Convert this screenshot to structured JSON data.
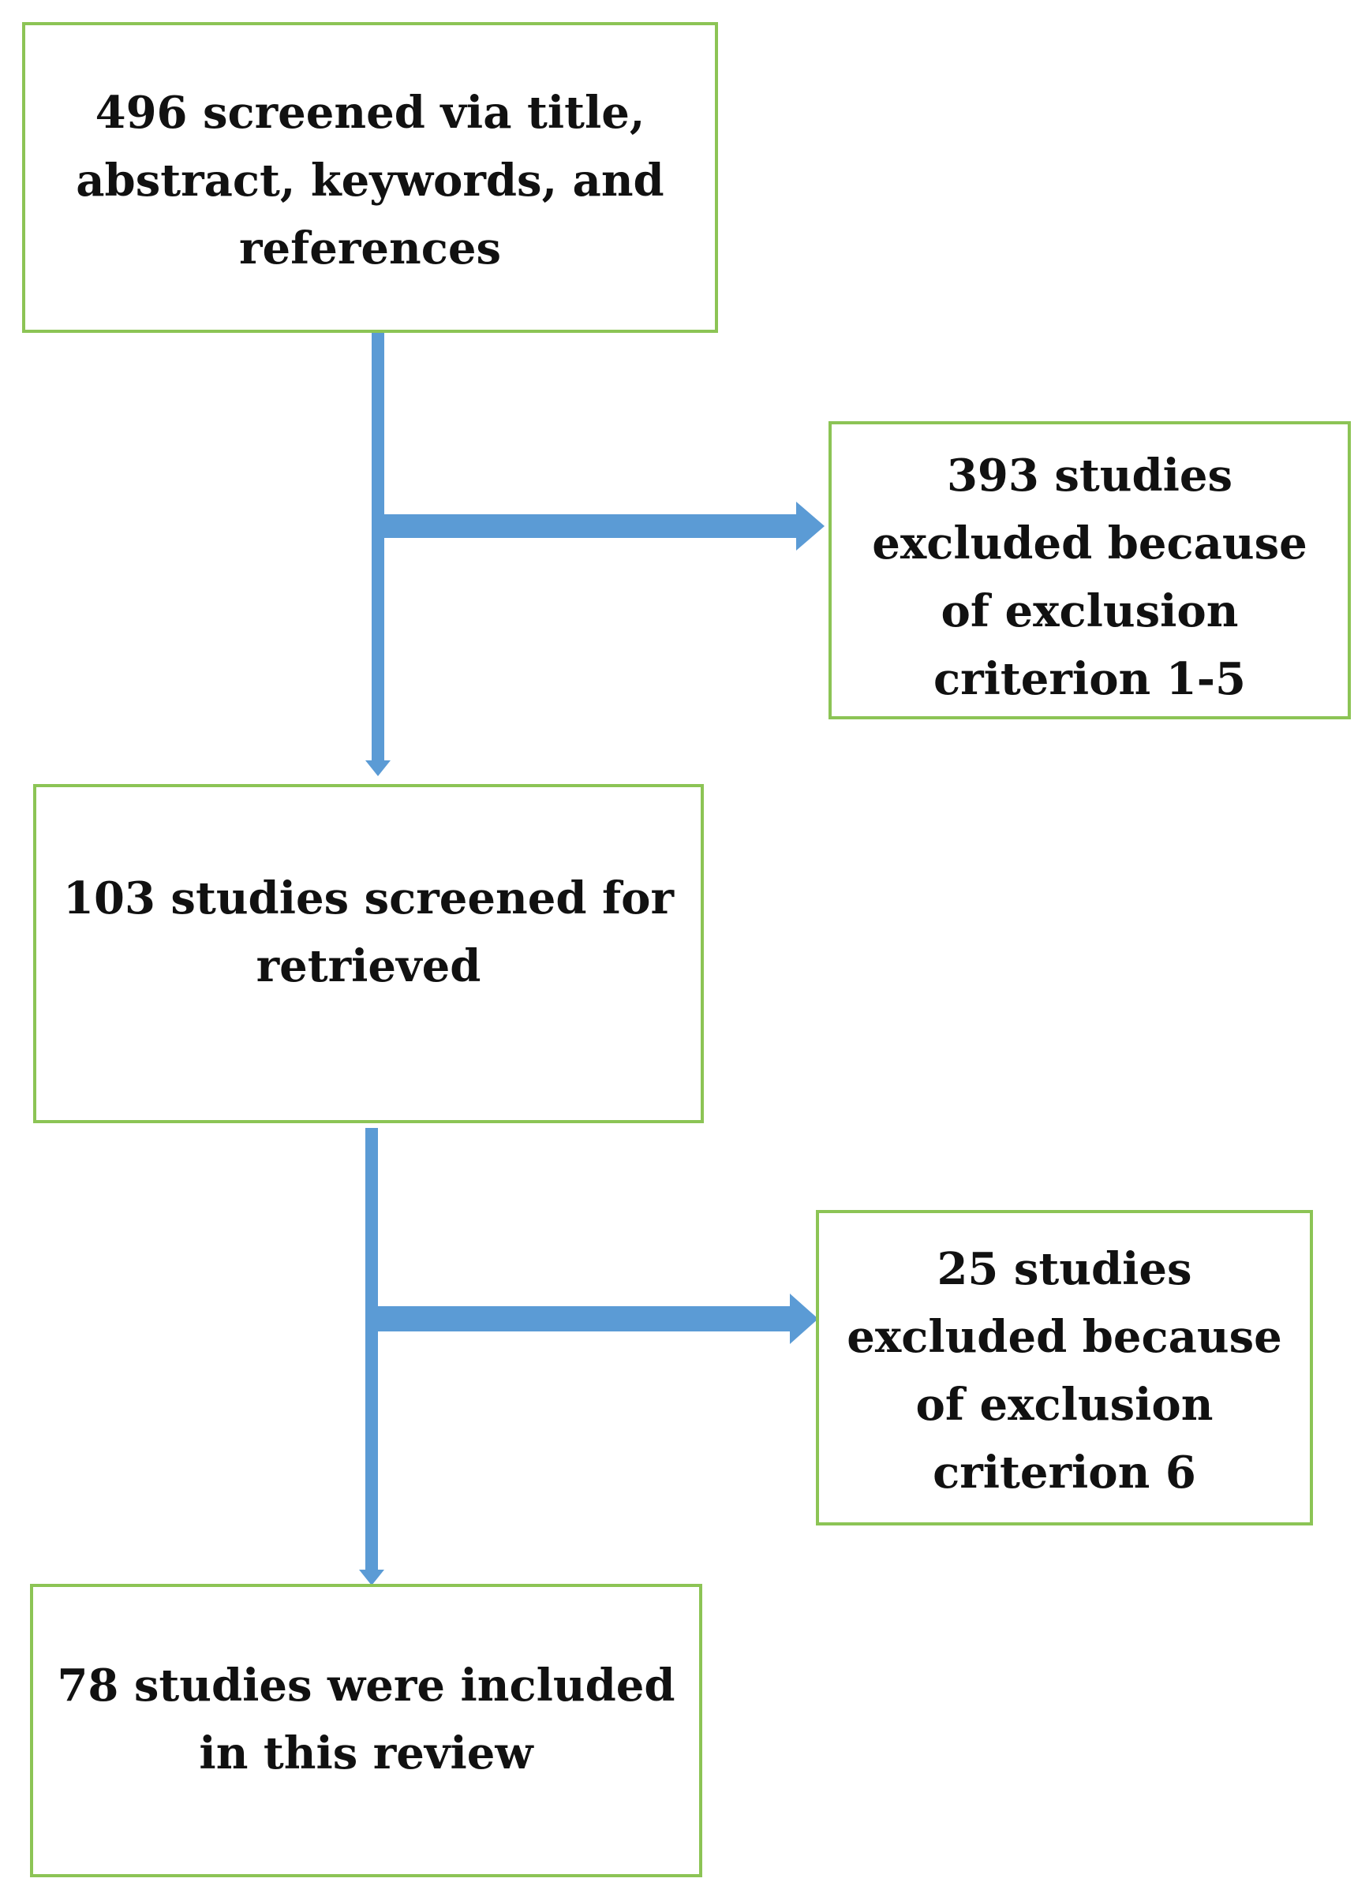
{
  "diagram": {
    "border_color": "#8cc455",
    "arrow_color": "#5b9bd5",
    "boxes": {
      "screened": [
        "496 screened via title,",
        "abstract, keywords, and",
        "references"
      ],
      "excluded_first": [
        "393 studies",
        "excluded because",
        "of exclusion",
        "criterion 1-5"
      ],
      "retrieved": [
        "103 studies screened for",
        "retrieved"
      ],
      "excluded_second": [
        "25 studies",
        "excluded because",
        "of exclusion",
        "criterion 6"
      ],
      "included": [
        "78 studies were included",
        "in this review"
      ]
    }
  }
}
